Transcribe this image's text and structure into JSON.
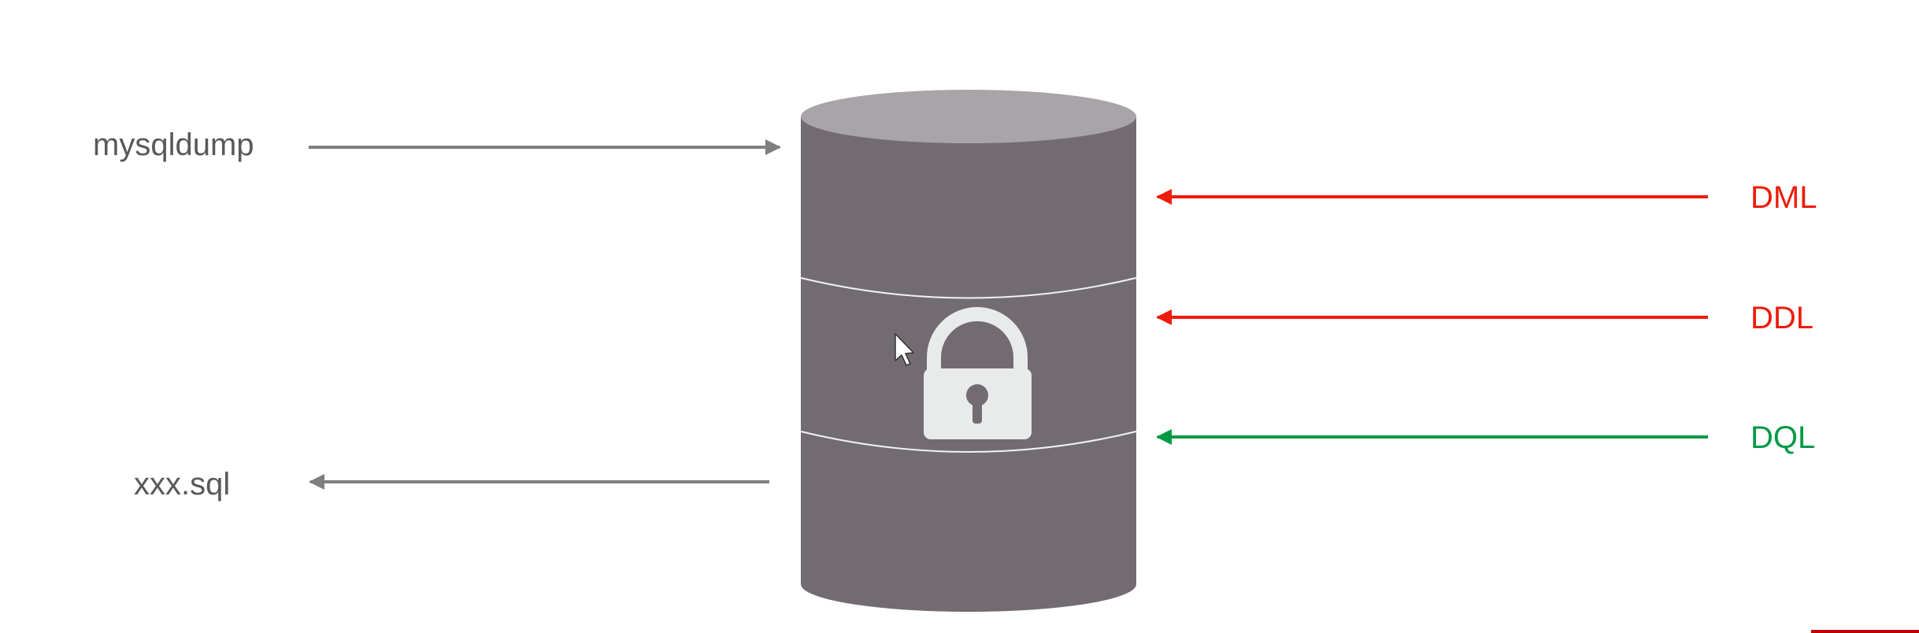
{
  "left_labels": {
    "top": "mysqldump",
    "bottom": "xxx.sql"
  },
  "right_labels": {
    "dml": "DML",
    "ddl": "DDL",
    "dql": "DQL"
  },
  "database": {
    "icon": "lock-icon"
  },
  "colors": {
    "gray_text": "#595959",
    "gray_arrow": "#7f7f7f",
    "red": "#ee1c0c",
    "green": "#009a44",
    "cylinder_body": "#736b72",
    "cylinder_top": "#a8a4a8",
    "lock": "#e9ebea"
  }
}
